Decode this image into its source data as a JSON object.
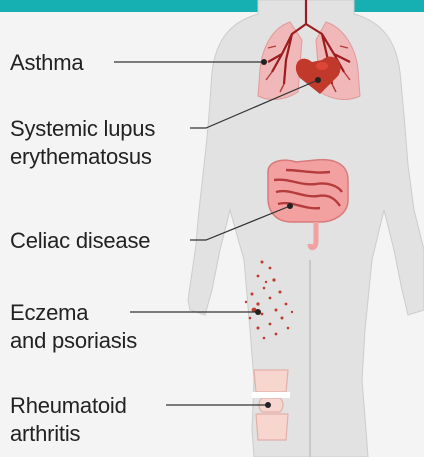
{
  "header_color": "#17b0b2",
  "labels": {
    "asthma": "Asthma",
    "lupus_line1": "Systemic lupus",
    "lupus_line2": "erythematosus",
    "celiac": "Celiac disease",
    "eczema_line1": "Eczema",
    "eczema_line2": "and psoriasis",
    "ra_line1": "Rheumatoid",
    "ra_line2": "arthritis"
  }
}
